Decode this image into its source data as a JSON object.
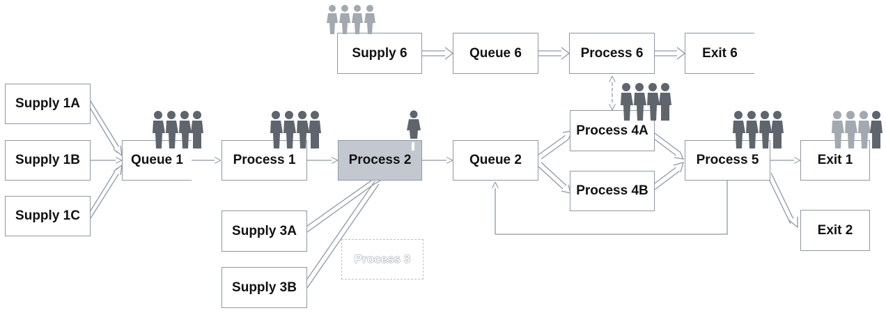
{
  "colors": {
    "node_border": "#8e97a3",
    "selected_fill": "#c3c8d0",
    "link_stroke": "#8f98a4",
    "people_dark": "#5f656d",
    "people_light": "#a3a9b0"
  },
  "nodes": {
    "supply_1a": "Supply 1A",
    "supply_1b": "Supply 1B",
    "supply_1c": "Supply 1C",
    "queue_1": "Queue 1",
    "process_1": "Process 1",
    "process_2": "Process 2",
    "supply_3a": "Supply 3A",
    "supply_3b": "Supply 3B",
    "process_3": "Process 3",
    "queue_2": "Queue 2",
    "process_4a": "Process 4A",
    "process_4b": "Process 4B",
    "process_5": "Process 5",
    "exit_1": "Exit 1",
    "exit_2": "Exit 2",
    "supply_6": "Supply 6",
    "queue_6": "Queue 6",
    "process_6": "Process 6",
    "exit_6": "Exit 6"
  },
  "people_icons": {
    "supply_6": "people-group-icon",
    "queue_1": "people-group-icon",
    "process_1": "people-group-icon",
    "process_2": "person-icon",
    "process_4a": "people-group-icon",
    "process_5": "people-group-icon",
    "exit_1": "people-group-icon"
  }
}
